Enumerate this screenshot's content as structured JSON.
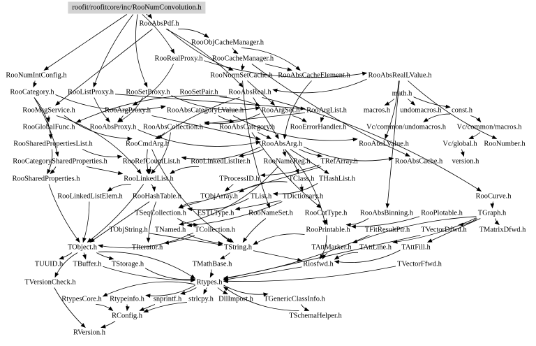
{
  "diagram": {
    "title": "roofit/roofitcore/inc/RooNumConvolution.h",
    "root_fill": "#d3d3d3",
    "edge_color": "#000000",
    "nodes": [
      {
        "id": "root",
        "label": "roofit/roofitcore/inc/RooNumConvolution.h",
        "root": true
      },
      {
        "id": "RooAbsPdf",
        "label": "RooAbsPdf.h"
      },
      {
        "id": "RooObjCacheManager",
        "label": "RooObjCacheManager.h"
      },
      {
        "id": "RooRealProxy",
        "label": "RooRealProxy.h"
      },
      {
        "id": "RooCacheManager",
        "label": "RooCacheManager.h"
      },
      {
        "id": "RooNumIntConfig",
        "label": "RooNumIntConfig.h"
      },
      {
        "id": "RooNormSetCache",
        "label": "RooNormSetCache.h"
      },
      {
        "id": "RooAbsCacheElement",
        "label": "RooAbsCacheElement.h"
      },
      {
        "id": "RooAbsRealLValue",
        "label": "RooAbsRealLValue.h"
      },
      {
        "id": "RooCategory",
        "label": "RooCategory.h"
      },
      {
        "id": "RooListProxy",
        "label": "RooListProxy.h"
      },
      {
        "id": "RooSetProxy",
        "label": "RooSetProxy.h"
      },
      {
        "id": "RooSetPair",
        "label": "RooSetPair.h"
      },
      {
        "id": "RooAbsReal",
        "label": "RooAbsReal.h"
      },
      {
        "id": "math",
        "label": "math.h"
      },
      {
        "id": "RooMsgService",
        "label": "RooMsgService.h"
      },
      {
        "id": "RooArgProxy",
        "label": "RooArgProxy.h"
      },
      {
        "id": "RooAbsCategoryLValue",
        "label": "RooAbsCategoryLValue.h"
      },
      {
        "id": "RooArgSet",
        "label": "RooArgSet.h"
      },
      {
        "id": "RooArgList",
        "label": "RooArgList.h"
      },
      {
        "id": "macros",
        "label": "macros.h"
      },
      {
        "id": "undomacros",
        "label": "undomacros.h"
      },
      {
        "id": "const",
        "label": "const.h"
      },
      {
        "id": "RooGlobalFunc",
        "label": "RooGlobalFunc.h"
      },
      {
        "id": "RooAbsProxy",
        "label": "RooAbsProxy.h"
      },
      {
        "id": "RooAbsCollection",
        "label": "RooAbsCollection.h"
      },
      {
        "id": "RooAbsCategory",
        "label": "RooAbsCategory.h"
      },
      {
        "id": "RooErrorHandler",
        "label": "RooErrorHandler.h"
      },
      {
        "id": "VcUndomacros",
        "label": "Vc/common/undomacros.h"
      },
      {
        "id": "VcMacros",
        "label": "Vc/common/macros.h"
      },
      {
        "id": "RooSharedPropertiesList",
        "label": "RooSharedPropertiesList.h"
      },
      {
        "id": "RooCmdArg",
        "label": "RooCmdArg.h"
      },
      {
        "id": "RooAbsArg",
        "label": "RooAbsArg.h"
      },
      {
        "id": "RooAbsLValue",
        "label": "RooAbsLValue.h"
      },
      {
        "id": "VcGlobal",
        "label": "Vc/global.h"
      },
      {
        "id": "RooNumber",
        "label": "RooNumber.h"
      },
      {
        "id": "RooCategorySharedProperties",
        "label": "RooCategorySharedProperties.h"
      },
      {
        "id": "RooRefCountList",
        "label": "RooRefCountList.h"
      },
      {
        "id": "RooLinkedListIter",
        "label": "RooLinkedListIter.h"
      },
      {
        "id": "RooNameReg",
        "label": "RooNameReg.h"
      },
      {
        "id": "TRefArray",
        "label": "TRefArray.h"
      },
      {
        "id": "RooAbsCache",
        "label": "RooAbsCache.h"
      },
      {
        "id": "version",
        "label": "version.h"
      },
      {
        "id": "RooSharedProperties",
        "label": "RooSharedProperties.h"
      },
      {
        "id": "RooLinkedList",
        "label": "RooLinkedList.h"
      },
      {
        "id": "TProcessID",
        "label": "TProcessID.h"
      },
      {
        "id": "TClass",
        "label": "TClass.h"
      },
      {
        "id": "THashList",
        "label": "THashList.h"
      },
      {
        "id": "RooLinkedListElem",
        "label": "RooLinkedListElem.h"
      },
      {
        "id": "RooHashTable",
        "label": "RooHashTable.h"
      },
      {
        "id": "TObjArray",
        "label": "TObjArray.h"
      },
      {
        "id": "TList",
        "label": "TList.h"
      },
      {
        "id": "TDictionary",
        "label": "TDictionary.h"
      },
      {
        "id": "RooCurve",
        "label": "RooCurve.h"
      },
      {
        "id": "TSeqCollection",
        "label": "TSeqCollection.h"
      },
      {
        "id": "ESTLType",
        "label": "ESTLType.h"
      },
      {
        "id": "RooNameSet",
        "label": "RooNameSet.h"
      },
      {
        "id": "RooCatType",
        "label": "RooCatType.h"
      },
      {
        "id": "RooAbsBinning",
        "label": "RooAbsBinning.h"
      },
      {
        "id": "RooPlotable",
        "label": "RooPlotable.h"
      },
      {
        "id": "TGraph",
        "label": "TGraph.h"
      },
      {
        "id": "TObjString",
        "label": "TObjString.h"
      },
      {
        "id": "TNamed",
        "label": "TNamed.h"
      },
      {
        "id": "TCollection",
        "label": "TCollection.h"
      },
      {
        "id": "RooPrintable",
        "label": "RooPrintable.h"
      },
      {
        "id": "TFitResultPtr",
        "label": "TFitResultPtr.h"
      },
      {
        "id": "TVectorDfwd",
        "label": "TVectorDfwd.h"
      },
      {
        "id": "TMatrixDfwd",
        "label": "TMatrixDfwd.h"
      },
      {
        "id": "TObject",
        "label": "TObject.h"
      },
      {
        "id": "TIterator",
        "label": "TIterator.h"
      },
      {
        "id": "TString",
        "label": "TString.h"
      },
      {
        "id": "TAttMarker",
        "label": "TAttMarker.h"
      },
      {
        "id": "TAttLine",
        "label": "TAttLine.h"
      },
      {
        "id": "TAttFill",
        "label": "TAttFill.h"
      },
      {
        "id": "TUUID",
        "label": "TUUID.h"
      },
      {
        "id": "TBuffer",
        "label": "TBuffer.h"
      },
      {
        "id": "TStorage",
        "label": "TStorage.h"
      },
      {
        "id": "TMathBase",
        "label": "TMathBase.h"
      },
      {
        "id": "Riosfwd",
        "label": "Riosfwd.h"
      },
      {
        "id": "TVectorFfwd",
        "label": "TVectorFfwd.h"
      },
      {
        "id": "TVersionCheck",
        "label": "TVersionCheck.h"
      },
      {
        "id": "Rtypes",
        "label": "Rtypes.h"
      },
      {
        "id": "RtypesCore",
        "label": "RtypesCore.h"
      },
      {
        "id": "Rtypeinfo",
        "label": "Rtypeinfo.h"
      },
      {
        "id": "snprintf",
        "label": "snprintf.h"
      },
      {
        "id": "strlcpy",
        "label": "strlcpy.h"
      },
      {
        "id": "DllImport",
        "label": "DllImport.h"
      },
      {
        "id": "TGenericClassInfo",
        "label": "TGenericClassInfo.h"
      },
      {
        "id": "RConfig",
        "label": "RConfig.h"
      },
      {
        "id": "TSchemaHelper",
        "label": "TSchemaHelper.h"
      },
      {
        "id": "RVersion",
        "label": "RVersion.h"
      }
    ],
    "edges": [
      [
        "root",
        "RooAbsPdf"
      ],
      [
        "root",
        "RooRealProxy"
      ],
      [
        "root",
        "RooNumIntConfig"
      ],
      [
        "root",
        "RooListProxy"
      ],
      [
        "root",
        "RooSetProxy"
      ],
      [
        "RooAbsPdf",
        "RooObjCacheManager"
      ],
      [
        "RooAbsPdf",
        "RooAbsReal"
      ],
      [
        "RooAbsPdf",
        "RooMsgService"
      ],
      [
        "RooAbsPdf",
        "RooNormSetCache"
      ],
      [
        "RooObjCacheManager",
        "RooCacheManager"
      ],
      [
        "RooObjCacheManager",
        "RooAbsCacheElement"
      ],
      [
        "RooCacheManager",
        "RooNormSetCache"
      ],
      [
        "RooCacheManager",
        "RooAbsCacheElement"
      ],
      [
        "RooCacheManager",
        "RooAbsCache"
      ],
      [
        "RooRealProxy",
        "RooAbsRealLValue"
      ],
      [
        "RooRealProxy",
        "RooArgProxy"
      ],
      [
        "RooNumIntConfig",
        "RooCategory"
      ],
      [
        "RooNormSetCache",
        "RooArgSet"
      ],
      [
        "RooNormSetCache",
        "RooNameSet"
      ],
      [
        "RooAbsCacheElement",
        "RooAbsArg"
      ],
      [
        "RooAbsRealLValue",
        "RooAbsReal"
      ],
      [
        "RooAbsRealLValue",
        "RooAbsLValue"
      ],
      [
        "RooAbsRealLValue",
        "RooAbsBinning"
      ],
      [
        "RooAbsRealLValue",
        "RooNumber"
      ],
      [
        "RooCategory",
        "RooAbsCategoryLValue"
      ],
      [
        "RooCategory",
        "RooSharedPropertiesList"
      ],
      [
        "RooCategory",
        "RooCategorySharedProperties"
      ],
      [
        "RooListProxy",
        "RooArgList"
      ],
      [
        "RooListProxy",
        "RooAbsProxy"
      ],
      [
        "RooSetProxy",
        "RooArgSet"
      ],
      [
        "RooSetProxy",
        "RooAbsProxy"
      ],
      [
        "RooSetPair",
        "RooArgSet"
      ],
      [
        "RooAbsReal",
        "RooAbsArg"
      ],
      [
        "RooAbsReal",
        "RooCmdArg"
      ],
      [
        "RooAbsReal",
        "RooGlobalFunc"
      ],
      [
        "RooAbsReal",
        "RooCurve"
      ],
      [
        "math",
        "macros"
      ],
      [
        "math",
        "undomacros"
      ],
      [
        "math",
        "const"
      ],
      [
        "const",
        "VcUndomacros"
      ],
      [
        "const",
        "VcMacros"
      ],
      [
        "VcMacros",
        "VcGlobal"
      ],
      [
        "VcGlobal",
        "version"
      ],
      [
        "RooMsgService",
        "RooGlobalFunc"
      ],
      [
        "RooMsgService",
        "RooCmdArg"
      ],
      [
        "RooMsgService",
        "RooLinkedList"
      ],
      [
        "RooArgProxy",
        "RooAbsProxy"
      ],
      [
        "RooArgProxy",
        "RooAbsArg"
      ],
      [
        "RooAbsCategoryLValue",
        "RooAbsCategory"
      ],
      [
        "RooAbsCategoryLValue",
        "RooAbsLValue"
      ],
      [
        "RooArgSet",
        "RooAbsCollection"
      ],
      [
        "RooArgSet",
        "RooErrorHandler"
      ],
      [
        "RooArgList",
        "RooAbsCollection"
      ],
      [
        "RooArgList",
        "RooErrorHandler"
      ],
      [
        "RooAbsProxy",
        "RooAbsArg"
      ],
      [
        "RooAbsCollection",
        "RooLinkedList"
      ],
      [
        "RooAbsCollection",
        "RooCmdArg"
      ],
      [
        "RooAbsCategory",
        "RooAbsArg"
      ],
      [
        "RooAbsCategory",
        "RooCatType"
      ],
      [
        "RooSharedPropertiesList",
        "RooRefCountList"
      ],
      [
        "RooSharedPropertiesList",
        "RooSharedProperties"
      ],
      [
        "RooCategorySharedProperties",
        "RooSharedProperties"
      ],
      [
        "RooCategorySharedProperties",
        "RooLinkedList"
      ],
      [
        "RooCmdArg",
        "RooLinkedList"
      ],
      [
        "RooCmdArg",
        "TString"
      ],
      [
        "RooAbsArg",
        "RooRefCountList"
      ],
      [
        "RooAbsArg",
        "RooLinkedListIter"
      ],
      [
        "RooAbsArg",
        "RooNameReg"
      ],
      [
        "RooAbsArg",
        "TRefArray"
      ],
      [
        "RooAbsArg",
        "RooAbsCache"
      ],
      [
        "RooAbsArg",
        "RooPrintable"
      ],
      [
        "RooAbsArg",
        "TClass"
      ],
      [
        "RooAbsArg",
        "THashList"
      ],
      [
        "RooRefCountList",
        "RooLinkedList"
      ],
      [
        "RooLinkedListIter",
        "RooLinkedList"
      ],
      [
        "RooNameReg",
        "TNamed"
      ],
      [
        "TRefArray",
        "TProcessID"
      ],
      [
        "TRefArray",
        "TSeqCollection"
      ],
      [
        "RooSharedProperties",
        "TObject"
      ],
      [
        "RooLinkedList",
        "RooLinkedListElem"
      ],
      [
        "RooLinkedList",
        "RooHashTable"
      ],
      [
        "RooLinkedList",
        "TObject"
      ],
      [
        "TProcessID",
        "TObjArray"
      ],
      [
        "TClass",
        "TDictionary"
      ],
      [
        "TClass",
        "TObjArray"
      ],
      [
        "THashList",
        "TList"
      ],
      [
        "RooLinkedListElem",
        "TObject"
      ],
      [
        "RooHashTable",
        "TObject"
      ],
      [
        "RooHashTable",
        "TIterator"
      ],
      [
        "TObjArray",
        "TSeqCollection"
      ],
      [
        "TList",
        "TSeqCollection"
      ],
      [
        "TDictionary",
        "TNamed"
      ],
      [
        "TDictionary",
        "ESTLType"
      ],
      [
        "RooCurve",
        "TGraph"
      ],
      [
        "TGraph",
        "TMatrixDfwd"
      ],
      [
        "TGraph",
        "TVectorDfwd"
      ],
      [
        "TGraph",
        "TAttLine"
      ],
      [
        "TGraph",
        "TAttFill"
      ],
      [
        "TGraph",
        "TAttMarker"
      ],
      [
        "TSeqCollection",
        "TCollection"
      ],
      [
        "TCollection",
        "TObject"
      ],
      [
        "TCollection",
        "TIterator"
      ],
      [
        "TCollection",
        "TString"
      ],
      [
        "RooNameSet",
        "TString"
      ],
      [
        "RooCatType",
        "RooPrintable"
      ],
      [
        "RooAbsBinning",
        "RooPrintable"
      ],
      [
        "RooPlotable",
        "RooPrintable"
      ],
      [
        "TObjString",
        "TString"
      ],
      [
        "TNamed",
        "TString"
      ],
      [
        "RooPrintable",
        "TString"
      ],
      [
        "RooPrintable",
        "Riosfwd"
      ],
      [
        "TFitResultPtr",
        "Rtypes"
      ],
      [
        "TVectorDfwd",
        "Rtypes"
      ],
      [
        "TAttMarker",
        "Riosfwd"
      ],
      [
        "TAttLine",
        "Riosfwd"
      ],
      [
        "TAttFill",
        "Riosfwd"
      ],
      [
        "TObject",
        "TUUID"
      ],
      [
        "TObject",
        "TBuffer"
      ],
      [
        "TObject",
        "TStorage"
      ],
      [
        "TObject",
        "TVersionCheck"
      ],
      [
        "TObject",
        "Rtypes"
      ],
      [
        "TString",
        "TMathBase"
      ],
      [
        "TString",
        "Riosfwd"
      ],
      [
        "TBuffer",
        "Rtypes"
      ],
      [
        "TStorage",
        "Rtypes"
      ],
      [
        "TMathBase",
        "Rtypes"
      ],
      [
        "TVectorFfwd",
        "Rtypes"
      ],
      [
        "Riosfwd",
        "Rtypes"
      ],
      [
        "TVersionCheck",
        "RVersion"
      ],
      [
        "Rtypes",
        "RtypesCore"
      ],
      [
        "Rtypes",
        "Rtypeinfo"
      ],
      [
        "Rtypes",
        "snprintf"
      ],
      [
        "Rtypes",
        "strlcpy"
      ],
      [
        "Rtypes",
        "DllImport"
      ],
      [
        "Rtypes",
        "TGenericClassInfo"
      ],
      [
        "RtypesCore",
        "RConfig"
      ],
      [
        "Rtypeinfo",
        "RConfig"
      ],
      [
        "snprintf",
        "RConfig"
      ],
      [
        "strlcpy",
        "RConfig"
      ],
      [
        "TGenericClassInfo",
        "TSchemaHelper"
      ],
      [
        "TSchemaHelper",
        "Rtypes"
      ],
      [
        "RConfig",
        "RVersion"
      ]
    ]
  }
}
